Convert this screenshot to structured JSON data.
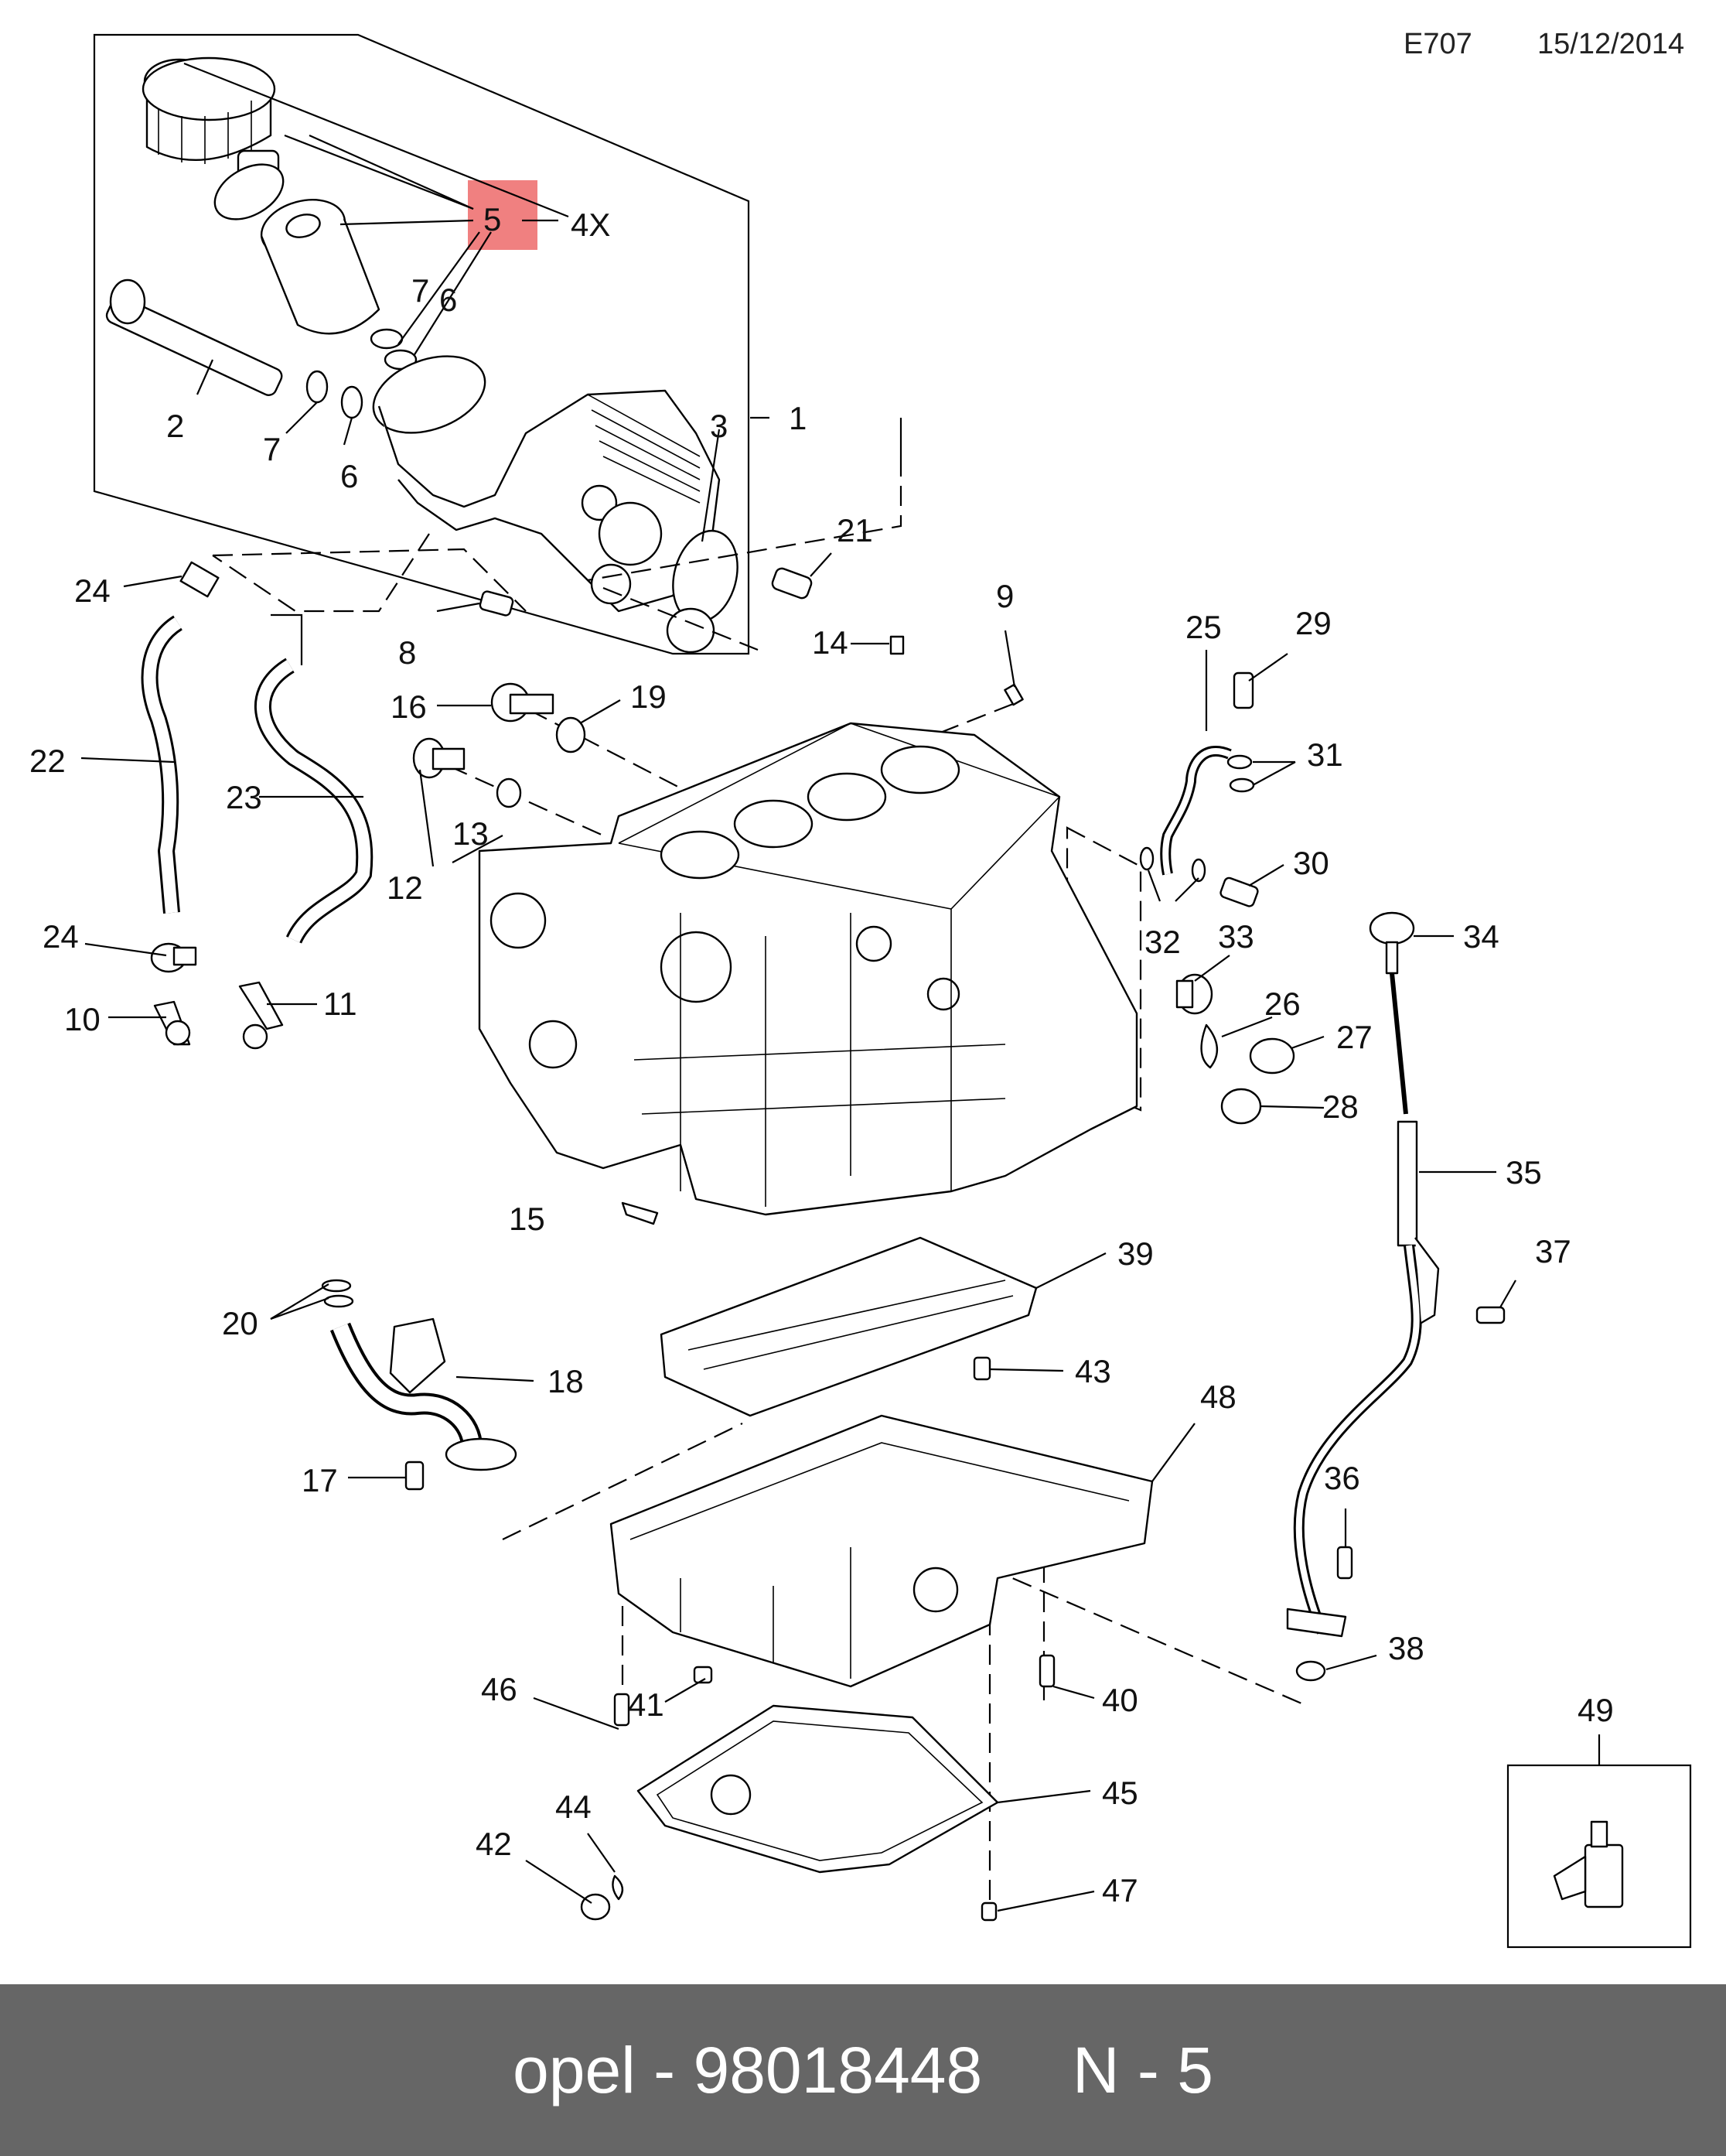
{
  "header": {
    "code": "E707",
    "date": "15/12/2014"
  },
  "highlight": {
    "label": "5",
    "color": "#f08080"
  },
  "callouts": {
    "c1": "1",
    "c2": "2",
    "c3": "3",
    "c4x": "4X",
    "c6a": "6",
    "c6b": "6",
    "c7a": "7",
    "c7b": "7",
    "c8": "8",
    "c9": "9",
    "c10": "10",
    "c11": "11",
    "c12": "12",
    "c13": "13",
    "c14": "14",
    "c15": "15",
    "c16": "16",
    "c17": "17",
    "c18": "18",
    "c19": "19",
    "c20": "20",
    "c21": "21",
    "c22": "22",
    "c23": "23",
    "c24a": "24",
    "c24b": "24",
    "c25": "25",
    "c26": "26",
    "c27": "27",
    "c28": "28",
    "c29": "29",
    "c30": "30",
    "c31": "31",
    "c32": "32",
    "c33": "33",
    "c34": "34",
    "c35": "35",
    "c36": "36",
    "c37": "37",
    "c38": "38",
    "c39": "39",
    "c40": "40",
    "c41": "41",
    "c42": "42",
    "c43": "43",
    "c44": "44",
    "c45": "45",
    "c46": "46",
    "c47": "47",
    "c48": "48",
    "c49": "49"
  },
  "footer": {
    "text": "opel - 98018448     N - 5",
    "background": "#666666"
  }
}
